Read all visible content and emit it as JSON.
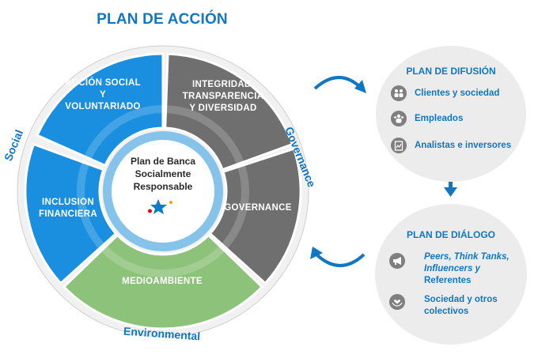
{
  "title": "PLAN DE ACCIÓN",
  "segments": {
    "accion_social": [
      "ACCIÓN SOCIAL",
      "Y",
      "VOLUNTARIADO"
    ],
    "integridad": [
      "INTEGRIDAD,",
      "TRANSPARENCIA",
      "Y DIVERSIDAD"
    ],
    "governance": "GOVERNANCE",
    "medioambiente": "MEDIOAMBIENTE",
    "inclusion": [
      "INCLUSION",
      "FINANCIERA"
    ]
  },
  "center": [
    "Plan de Banca",
    "Socialmente",
    "Responsable"
  ],
  "side_labels": {
    "social": "Social",
    "governance": "Governance",
    "environmental": "Environmental"
  },
  "difusion": {
    "title": "PLAN DE DIFUSIÓN",
    "items": [
      {
        "label": "Clientes y sociedad",
        "icon": "people-group-icon"
      },
      {
        "label": "Empleados",
        "icon": "employees-icon"
      },
      {
        "label": "Analistas e inversores",
        "icon": "document-chart-icon"
      }
    ]
  },
  "dialogo": {
    "title": "PLAN DE DIÁLOGO",
    "items": [
      {
        "label_lines": [
          "Peers, Think Tanks,",
          "Influencers y",
          "Referentes"
        ],
        "icon": "megaphone-icon"
      },
      {
        "label_lines": [
          "Sociedad y otros",
          "colectivos"
        ],
        "icon": "hands-heart-icon"
      }
    ]
  },
  "colors": {
    "blue": "#1a8fe0",
    "dark_gray": "#6f6f6f",
    "green": "#8dc27a",
    "accent_text": "#1177c2",
    "circle_bg": "#ececec"
  }
}
